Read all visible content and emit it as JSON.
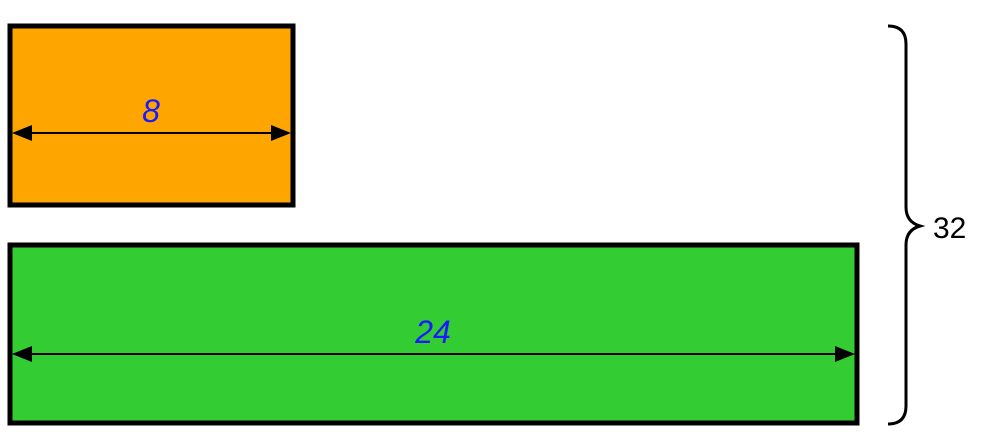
{
  "bars": [
    {
      "label": "8",
      "value": 8,
      "color": "#FFA500"
    },
    {
      "label": "24",
      "value": 24,
      "color": "#33CC33"
    }
  ],
  "total": {
    "label": "32",
    "value": 32
  }
}
